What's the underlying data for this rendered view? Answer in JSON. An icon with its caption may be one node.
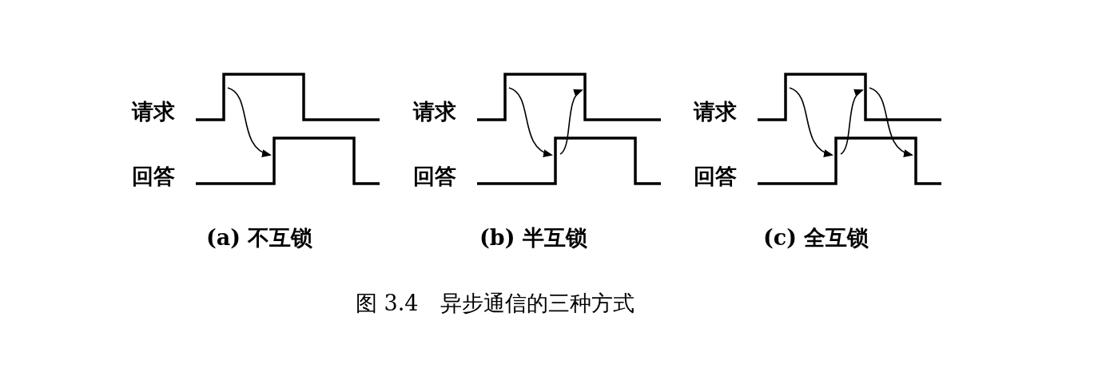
{
  "diagram": {
    "caption": "图 3.4　异步通信的三种方式",
    "nodes": [
      {
        "text": [],
        "shape": "waveform",
        "beside": [
          "请求"
        ]
      },
      {
        "text": [],
        "shape": "waveform",
        "beside": [
          "回答"
        ]
      },
      {
        "text": [],
        "shape": "waveform",
        "beside": [
          "请求"
        ]
      },
      {
        "text": [],
        "shape": "waveform",
        "beside": [
          "回答"
        ]
      },
      {
        "text": [],
        "shape": "waveform",
        "beside": [
          "请求"
        ]
      },
      {
        "text": [],
        "shape": "waveform",
        "beside": [
          "回答"
        ]
      }
    ],
    "edges": [
      {
        "from": 0,
        "to": 1,
        "arrow": "to"
      },
      {
        "from": 2,
        "to": 3,
        "arrow": "to"
      },
      {
        "from": 3,
        "to": 2,
        "arrow": "to"
      },
      {
        "from": 4,
        "to": 5,
        "arrow": "to"
      },
      {
        "from": 5,
        "to": 4,
        "arrow": "to"
      },
      {
        "from": 4,
        "to": 5,
        "arrow": "to"
      }
    ],
    "labels": [
      "(a) 不互锁",
      "(b) 半互锁",
      "(c) 全互锁"
    ]
  }
}
